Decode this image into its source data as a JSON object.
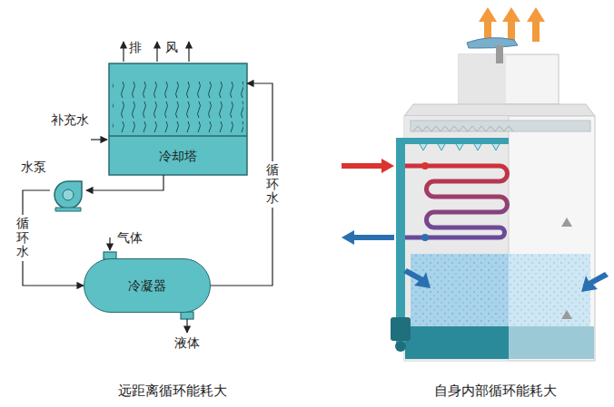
{
  "diagram": {
    "nodes": [
      {
        "text": [
          "冷却塔"
        ]
      },
      {
        "text": [
          "水泵"
        ]
      },
      {
        "text": [
          "冷凝器"
        ]
      }
    ],
    "edges": [
      {
        "from": 0,
        "to": 1,
        "arrow": "to"
      },
      {
        "from": 1,
        "to": 2,
        "arrow": "to",
        "label": "循环水"
      },
      {
        "from": 2,
        "to": 0,
        "arrow": "to",
        "label": "循环水"
      }
    ],
    "labels": [
      "排",
      "风",
      "补充水",
      "气体",
      "液体",
      "远距离循环能耗大",
      "自身内部循环能耗大"
    ]
  }
}
